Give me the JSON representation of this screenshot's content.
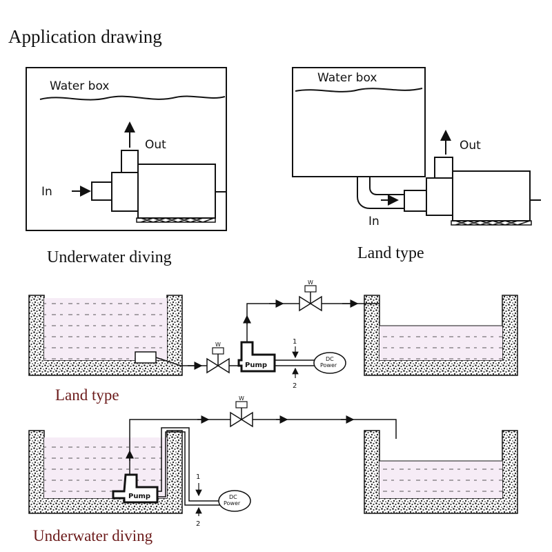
{
  "title": "Application drawing",
  "colors": {
    "ink": "#111111",
    "water": "#f6ecf6",
    "accent_text": "#6b1a1a"
  },
  "top_left": {
    "water_box": "Water box",
    "out": "Out",
    "in": "In",
    "caption": "Underwater diving"
  },
  "top_right": {
    "water_box": "Water box",
    "out": "Out",
    "in": "In",
    "caption": "Land type"
  },
  "land_schematic": {
    "valve_top": "W",
    "valve_bottom": "W",
    "pump": "Pump",
    "power_line1": "DC",
    "power_line2": "Power",
    "wire1": "1",
    "wire2": "2",
    "caption": "Land type"
  },
  "underwater_schematic": {
    "valve": "W",
    "pump": "Pump",
    "power_line1": "DC",
    "power_line2": "Power",
    "wire1": "1",
    "wire2": "2",
    "caption": "Underwater diving"
  }
}
